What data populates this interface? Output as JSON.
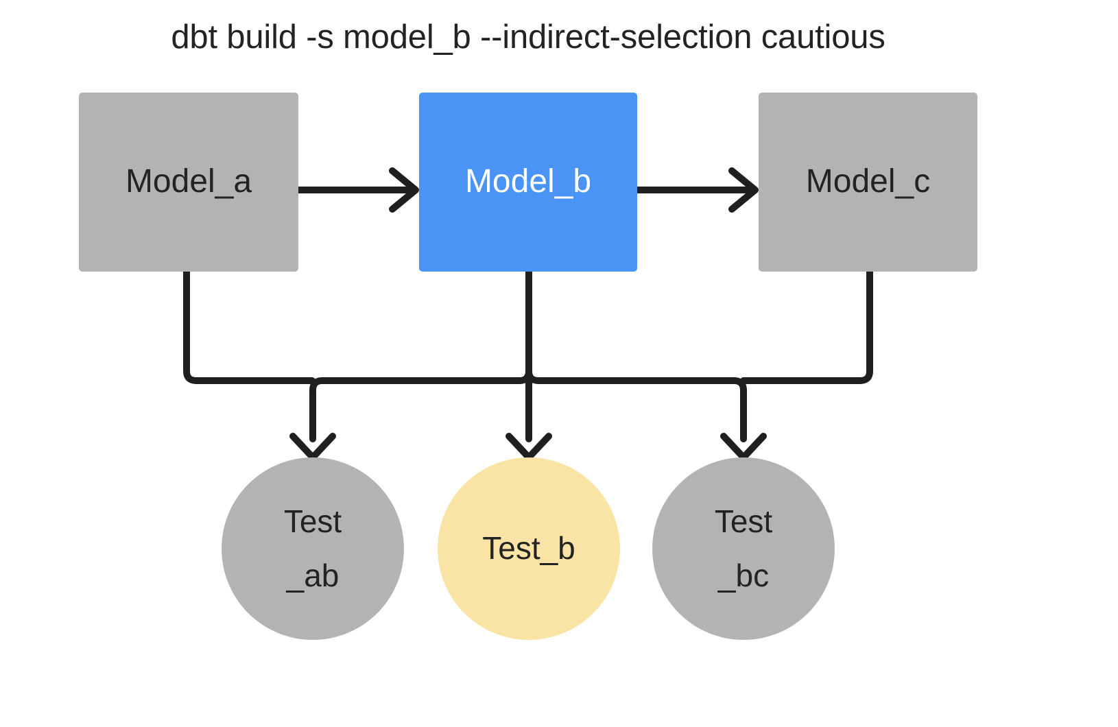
{
  "title": "dbt build -s model_b --indirect-selection cautious",
  "colors": {
    "background": "#ffffff",
    "node_gray": "#b3b3b3",
    "node_selected_blue": "#4a94f5",
    "node_indirect_yellow": "#f9e4a5",
    "edge_black": "#1f1f1f",
    "text_dark": "#232323",
    "text_light": "#ffffff"
  },
  "models": [
    {
      "id": "model_a",
      "label": "Model_a",
      "state": "unselected",
      "fill": "#b3b3b3",
      "text_color": "#232323"
    },
    {
      "id": "model_b",
      "label": "Model_b",
      "state": "selected",
      "fill": "#4a94f5",
      "text_color": "#ffffff"
    },
    {
      "id": "model_c",
      "label": "Model_c",
      "state": "unselected",
      "fill": "#b3b3b3",
      "text_color": "#232323"
    }
  ],
  "tests": [
    {
      "id": "test_ab",
      "label": "Test\n_ab",
      "line1": "Test",
      "line2": "_ab",
      "state": "unselected",
      "fill": "#b3b3b3"
    },
    {
      "id": "test_b",
      "label": "Test_b",
      "line1": "Test_b",
      "line2": "",
      "state": "selected",
      "fill": "#f9e4a5"
    },
    {
      "id": "test_bc",
      "label": "Test\n_bc",
      "line1": "Test",
      "line2": "_bc",
      "state": "unselected",
      "fill": "#b3b3b3"
    }
  ],
  "edges": [
    {
      "from": "model_a",
      "to": "model_b",
      "kind": "horizontal-arrow"
    },
    {
      "from": "model_b",
      "to": "model_c",
      "kind": "horizontal-arrow"
    },
    {
      "from": "model_a",
      "to": "test_ab",
      "kind": "elbow-arrow"
    },
    {
      "from": "model_b",
      "to": "test_ab",
      "kind": "elbow-arrow"
    },
    {
      "from": "model_b",
      "to": "test_b",
      "kind": "straight-arrow"
    },
    {
      "from": "model_b",
      "to": "test_bc",
      "kind": "elbow-arrow"
    },
    {
      "from": "model_c",
      "to": "test_bc",
      "kind": "elbow-arrow"
    }
  ]
}
